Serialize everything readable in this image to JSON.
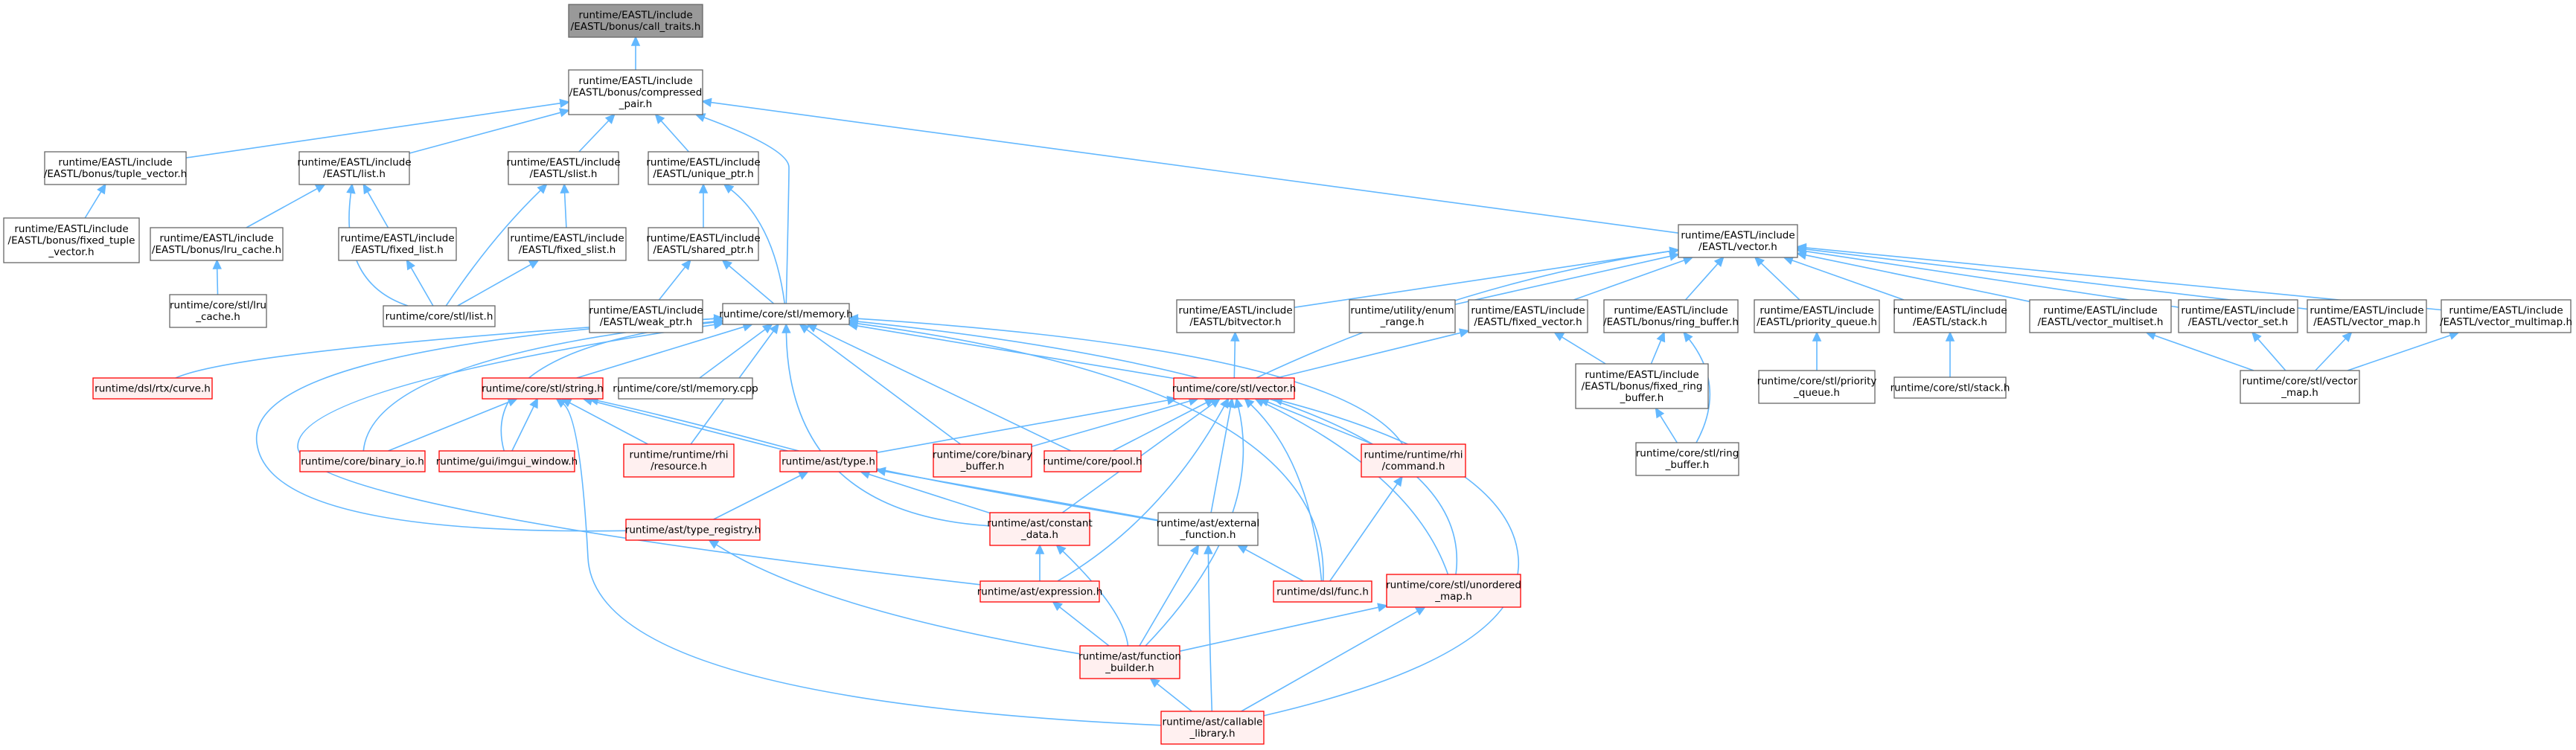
{
  "colors": {
    "node_fill": "#ffffff",
    "node_border": "#666666",
    "root_fill": "#999999",
    "root_border": "#666666",
    "red_fill": "#fff0f0",
    "red_border": "#ff0000",
    "edge": "#63b8ff"
  },
  "nodes": [
    {
      "id": "call_traits",
      "lines": [
        "runtime/EASTL/include",
        "/EASTL/bonus/call_traits.h"
      ],
      "style": "root"
    },
    {
      "id": "compressed_pair",
      "lines": [
        "runtime/EASTL/include",
        "/EASTL/bonus/compressed",
        "_pair.h"
      ],
      "style": "normal"
    },
    {
      "id": "tuple_vector",
      "lines": [
        "runtime/EASTL/include",
        "/EASTL/bonus/tuple_vector.h"
      ],
      "style": "normal"
    },
    {
      "id": "fixed_tuple_vector",
      "lines": [
        "runtime/EASTL/include",
        "/EASTL/bonus/fixed_tuple",
        "_vector.h"
      ],
      "style": "normal"
    },
    {
      "id": "list_h",
      "lines": [
        "runtime/EASTL/include",
        "/EASTL/list.h"
      ],
      "style": "normal"
    },
    {
      "id": "lru_cache",
      "lines": [
        "runtime/EASTL/include",
        "/EASTL/bonus/lru_cache.h"
      ],
      "style": "normal"
    },
    {
      "id": "core_lru_cache",
      "lines": [
        "runtime/core/stl/lru",
        "_cache.h"
      ],
      "style": "normal"
    },
    {
      "id": "fixed_list",
      "lines": [
        "runtime/EASTL/include",
        "/EASTL/fixed_list.h"
      ],
      "style": "normal"
    },
    {
      "id": "core_list",
      "lines": [
        "runtime/core/stl/list.h"
      ],
      "style": "normal"
    },
    {
      "id": "slist",
      "lines": [
        "runtime/EASTL/include",
        "/EASTL/slist.h"
      ],
      "style": "normal"
    },
    {
      "id": "fixed_slist",
      "lines": [
        "runtime/EASTL/include",
        "/EASTL/fixed_slist.h"
      ],
      "style": "normal"
    },
    {
      "id": "unique_ptr",
      "lines": [
        "runtime/EASTL/include",
        "/EASTL/unique_ptr.h"
      ],
      "style": "normal"
    },
    {
      "id": "shared_ptr",
      "lines": [
        "runtime/EASTL/include",
        "/EASTL/shared_ptr.h"
      ],
      "style": "normal"
    },
    {
      "id": "weak_ptr",
      "lines": [
        "runtime/EASTL/include",
        "/EASTL/weak_ptr.h"
      ],
      "style": "normal"
    },
    {
      "id": "memory_h",
      "lines": [
        "runtime/core/stl/memory.h"
      ],
      "style": "normal"
    },
    {
      "id": "vector_h",
      "lines": [
        "runtime/EASTL/include",
        "/EASTL/vector.h"
      ],
      "style": "normal"
    },
    {
      "id": "bitvector",
      "lines": [
        "runtime/EASTL/include",
        "/EASTL/bitvector.h"
      ],
      "style": "normal"
    },
    {
      "id": "enum_range",
      "lines": [
        "runtime/utility/enum",
        "_range.h"
      ],
      "style": "normal"
    },
    {
      "id": "fixed_vector",
      "lines": [
        "runtime/EASTL/include",
        "/EASTL/fixed_vector.h"
      ],
      "style": "normal"
    },
    {
      "id": "ring_buffer",
      "lines": [
        "runtime/EASTL/include",
        "/EASTL/bonus/ring_buffer.h"
      ],
      "style": "normal"
    },
    {
      "id": "priority_queue",
      "lines": [
        "runtime/EASTL/include",
        "/EASTL/priority_queue.h"
      ],
      "style": "normal"
    },
    {
      "id": "stack_h",
      "lines": [
        "runtime/EASTL/include",
        "/EASTL/stack.h"
      ],
      "style": "normal"
    },
    {
      "id": "vector_multiset",
      "lines": [
        "runtime/EASTL/include",
        "/EASTL/vector_multiset.h"
      ],
      "style": "normal"
    },
    {
      "id": "vector_set",
      "lines": [
        "runtime/EASTL/include",
        "/EASTL/vector_set.h"
      ],
      "style": "normal"
    },
    {
      "id": "vector_map",
      "lines": [
        "runtime/EASTL/include",
        "/EASTL/vector_map.h"
      ],
      "style": "normal"
    },
    {
      "id": "vector_multimap",
      "lines": [
        "runtime/EASTL/include",
        "/EASTL/vector_multimap.h"
      ],
      "style": "normal"
    },
    {
      "id": "core_vector_map",
      "lines": [
        "runtime/core/stl/vector",
        "_map.h"
      ],
      "style": "normal"
    },
    {
      "id": "fixed_ring_buffer",
      "lines": [
        "runtime/EASTL/include",
        "/EASTL/bonus/fixed_ring",
        "_buffer.h"
      ],
      "style": "normal"
    },
    {
      "id": "core_ring_buffer",
      "lines": [
        "runtime/core/stl/ring",
        "_buffer.h"
      ],
      "style": "normal"
    },
    {
      "id": "core_priority_queue",
      "lines": [
        "runtime/core/stl/priority",
        "_queue.h"
      ],
      "style": "normal"
    },
    {
      "id": "core_stack",
      "lines": [
        "runtime/core/stl/stack.h"
      ],
      "style": "normal"
    },
    {
      "id": "core_vector",
      "lines": [
        "runtime/core/stl/vector.h"
      ],
      "style": "red"
    },
    {
      "id": "rtx_curve",
      "lines": [
        "runtime/dsl/rtx/curve.h"
      ],
      "style": "red"
    },
    {
      "id": "core_string",
      "lines": [
        "runtime/core/stl/string.h"
      ],
      "style": "red"
    },
    {
      "id": "memory_cpp",
      "lines": [
        "runtime/core/stl/memory.cpp"
      ],
      "style": "normal"
    },
    {
      "id": "binary_io",
      "lines": [
        "runtime/core/binary_io.h"
      ],
      "style": "red"
    },
    {
      "id": "imgui_window",
      "lines": [
        "runtime/gui/imgui_window.h"
      ],
      "style": "red"
    },
    {
      "id": "rhi_resource",
      "lines": [
        "runtime/runtime/rhi",
        "/resource.h"
      ],
      "style": "red"
    },
    {
      "id": "ast_type",
      "lines": [
        "runtime/ast/type.h"
      ],
      "style": "red"
    },
    {
      "id": "binary_buffer",
      "lines": [
        "runtime/core/binary",
        "_buffer.h"
      ],
      "style": "red"
    },
    {
      "id": "core_pool",
      "lines": [
        "runtime/core/pool.h"
      ],
      "style": "red"
    },
    {
      "id": "rhi_command",
      "lines": [
        "runtime/runtime/rhi",
        "/command.h"
      ],
      "style": "red"
    },
    {
      "id": "type_registry",
      "lines": [
        "runtime/ast/type_registry.h"
      ],
      "style": "red"
    },
    {
      "id": "constant_data",
      "lines": [
        "runtime/ast/constant",
        "_data.h"
      ],
      "style": "red"
    },
    {
      "id": "external_function",
      "lines": [
        "runtime/ast/external",
        "_function.h"
      ],
      "style": "normal"
    },
    {
      "id": "ast_expression",
      "lines": [
        "runtime/ast/expression.h"
      ],
      "style": "red"
    },
    {
      "id": "dsl_func",
      "lines": [
        "runtime/dsl/func.h"
      ],
      "style": "red"
    },
    {
      "id": "unordered_map",
      "lines": [
        "runtime/core/stl/unordered",
        "_map.h"
      ],
      "style": "red"
    },
    {
      "id": "function_builder",
      "lines": [
        "runtime/ast/function",
        "_builder.h"
      ],
      "style": "red"
    },
    {
      "id": "callable_library",
      "lines": [
        "runtime/ast/callable",
        "_library.h"
      ],
      "style": "red"
    }
  ]
}
